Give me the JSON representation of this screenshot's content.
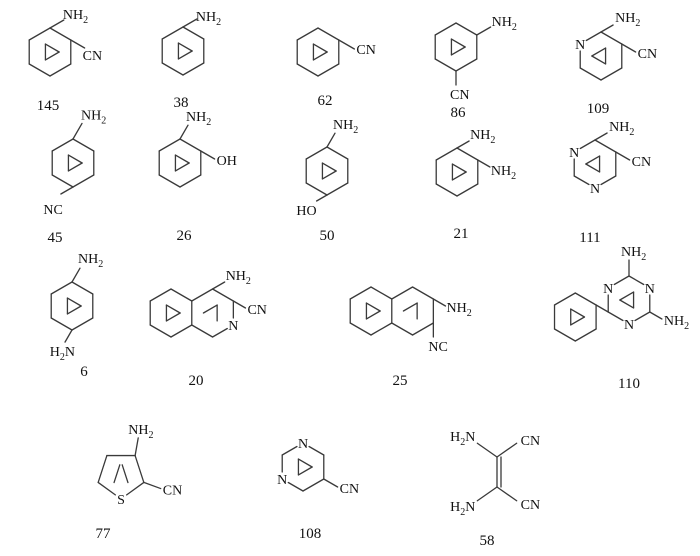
{
  "compounds": [
    {
      "id": "c145",
      "number": "145"
    },
    {
      "id": "c38",
      "number": "38"
    },
    {
      "id": "c62",
      "number": "62"
    },
    {
      "id": "c86",
      "number": "86"
    },
    {
      "id": "c109",
      "number": "109"
    },
    {
      "id": "c45",
      "number": "45"
    },
    {
      "id": "c26",
      "number": "26"
    },
    {
      "id": "c50",
      "number": "50"
    },
    {
      "id": "c21",
      "number": "21"
    },
    {
      "id": "c111",
      "number": "111"
    },
    {
      "id": "c6",
      "number": "6"
    },
    {
      "id": "c20",
      "number": "20"
    },
    {
      "id": "c25",
      "number": "25"
    },
    {
      "id": "c110",
      "number": "110"
    },
    {
      "id": "c77",
      "number": "77"
    },
    {
      "id": "c108",
      "number": "108"
    },
    {
      "id": "c58",
      "number": "58"
    }
  ],
  "groups": {
    "amino": "NH",
    "amino_left": "H",
    "sub2": "2",
    "nitrile": "CN",
    "nitrile_left": "NC",
    "hydroxy": "OH",
    "hydroxy_left": "HO",
    "ring_n": "N",
    "ring_s": "S"
  }
}
